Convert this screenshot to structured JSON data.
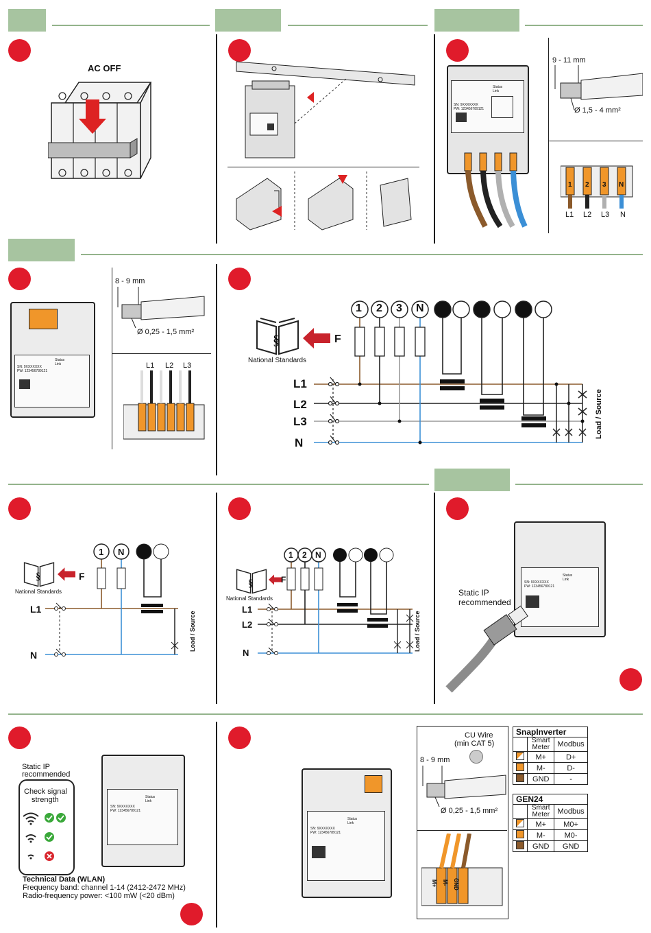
{
  "colors": {
    "red_dot": "#e01b2b",
    "section_header": "#a7c4a0",
    "brown": "#8b5a2b",
    "orange": "#f0962a",
    "blue": "#3b8fd6",
    "grey": "#9a9a9a"
  },
  "step1": {
    "title": "AC OFF"
  },
  "step3": {
    "strip_length": "9 - 11 mm",
    "cross_section": "Ø 1,5 - 4 mm²",
    "terminals": [
      "1",
      "2",
      "3",
      "N"
    ],
    "wire_labels": [
      "L1",
      "L2",
      "L3",
      "N"
    ]
  },
  "step4": {
    "strip_length": "8 - 9 mm",
    "cross_section": "Ø 0,25 - 1,5 mm²",
    "groups": [
      "L1",
      "L2",
      "L3"
    ]
  },
  "device": {
    "sn": "SN: 9XXXXXXX",
    "pw": "PW: 123456789121",
    "status": "Status",
    "link": "Link"
  },
  "diagram3": {
    "national_standards": "National Standards",
    "fuse": "F",
    "terminals": [
      "1",
      "2",
      "3",
      "N"
    ],
    "lines": [
      "L1",
      "L2",
      "L3",
      "N"
    ],
    "side": "Load / Source"
  },
  "diagram1": {
    "national_standards": "National Standards",
    "fuse": "F",
    "terminals": [
      "1",
      "N"
    ],
    "lines": [
      "L1",
      "N"
    ],
    "side": "Load / Source"
  },
  "diagram2": {
    "national_standards": "National Standards",
    "fuse": "F",
    "terminals": [
      "1",
      "2",
      "N"
    ],
    "lines": [
      "L1",
      "L2",
      "N"
    ],
    "side": "Load / Source"
  },
  "lan": {
    "note_line1": "Static IP",
    "note_line2": "recommended"
  },
  "wlan": {
    "note_line1": "Static IP",
    "note_line2": "recommended",
    "check_line1": "Check signal",
    "check_line2": "strength",
    "tech_title": "Technical Data (WLAN)",
    "tech_line1": "Frequency band: channel 1-14 (2412-2472 MHz)",
    "tech_line2": "Radio-frequency power: <100 mW (<20 dBm)"
  },
  "modbus": {
    "cu_wire_line1": "CU Wire",
    "cu_wire_line2": "(min CAT 5)",
    "strip_length": "8 - 9 mm",
    "cross_section": "Ø 0,25 - 1,5 mm²",
    "pin_labels": [
      "M+",
      "M-",
      "GND"
    ],
    "table1": {
      "title": "SnapInverter",
      "col1": "Smart Meter",
      "col2": "Modbus",
      "rows": [
        {
          "meter": "M+",
          "modbus": "D+"
        },
        {
          "meter": "M-",
          "modbus": "D-"
        },
        {
          "meter": "GND",
          "modbus": "-"
        }
      ]
    },
    "table2": {
      "title": "GEN24",
      "col1": "Smart Meter",
      "col2": "Modbus",
      "rows": [
        {
          "meter": "M+",
          "modbus": "M0+"
        },
        {
          "meter": "M-",
          "modbus": "M0-"
        },
        {
          "meter": "GND",
          "modbus": "GND"
        }
      ]
    }
  }
}
